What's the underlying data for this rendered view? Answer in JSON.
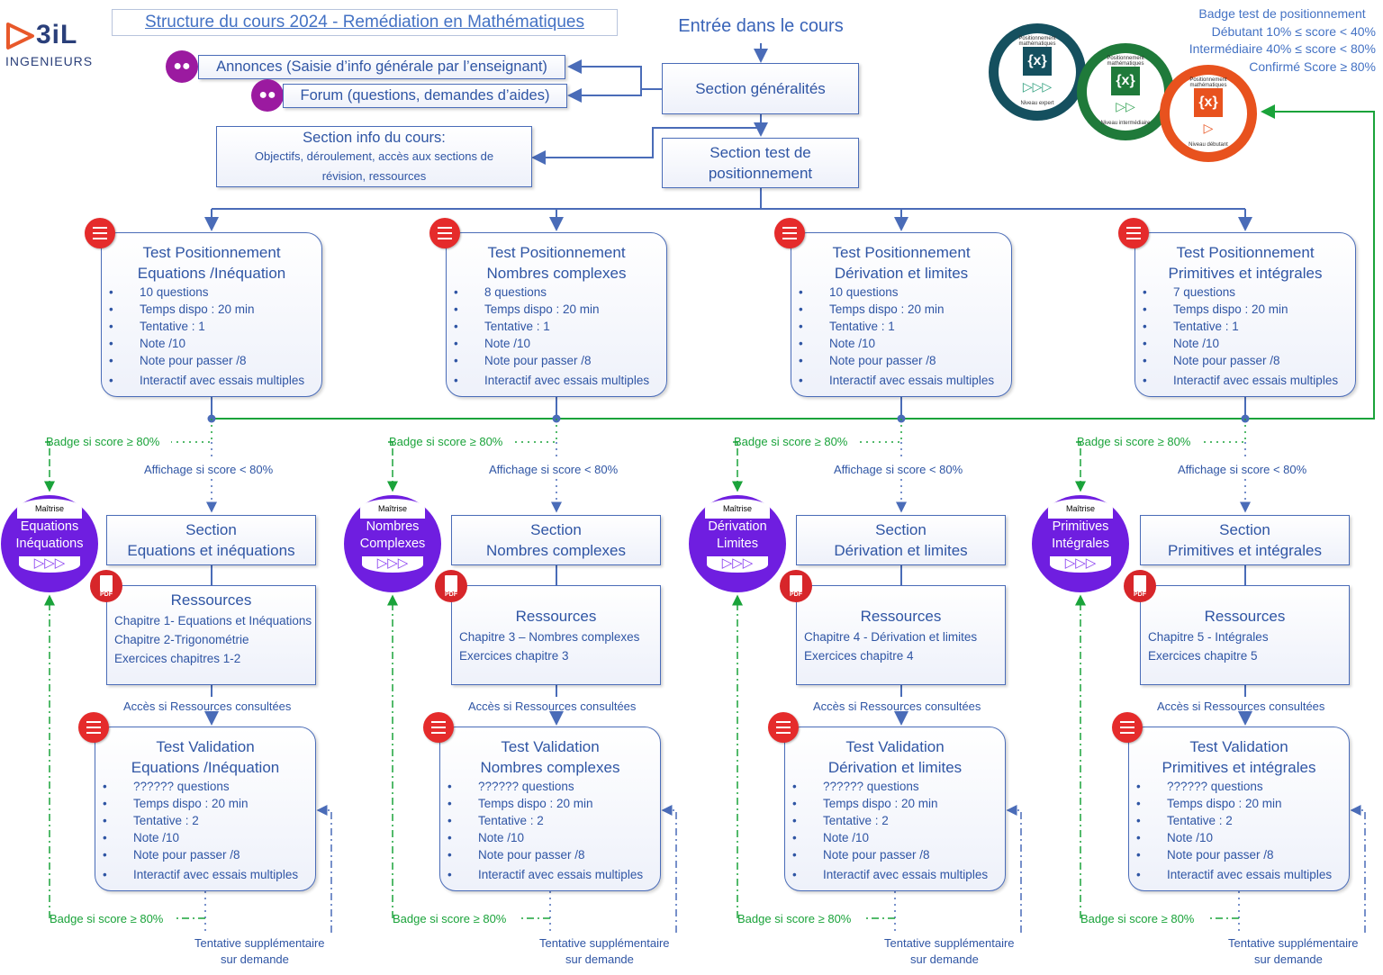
{
  "logo": {
    "mark": "3iL",
    "sub": "INGENIEURS"
  },
  "header": {
    "title": "Structure du cours 2024 - Remédiation en Mathématiques",
    "entry": "Entrée dans le cours"
  },
  "top": {
    "annonces": "Annonces (Saisie d’info générale par l’enseignant)",
    "forum": "Forum (questions, demandes d’aides)",
    "generalites": "Section généralités",
    "info_title": "Section info du cours:",
    "info_body": "Objectifs, déroulement, accès aux sections de révision, ressources",
    "test_pos": "Section test de positionnement"
  },
  "badge_legend": {
    "title": "Badge test de positionnement",
    "l1": "Débutant 10% ≤ score < 40%",
    "l2": "Intermédiaire 40% ≤ score < 80%",
    "l3": "Confirmé Score ≥ 80%",
    "ring_text": "Positionnement mathématiques",
    "expert": "Niveau expert",
    "inter": "Niveau intermédiaire",
    "debut": "Niveau débutant",
    "glyph": "{x}"
  },
  "common": {
    "badge_label": "Badge si score ≥ 80%",
    "affichage": "Affichage si score < 80%",
    "section_word": "Section",
    "ressources": "Ressources",
    "acces": "Accès si Ressources consultées",
    "tentative_sup_1": "Tentative supplémentaire",
    "tentative_sup_2": "sur demande",
    "maitrise": "Maîtrise",
    "pdf": "PDF",
    "play": "▷▷▷"
  },
  "columns": [
    {
      "pos_title1": "Test Positionnement",
      "pos_title2": "Equations /Inéquation",
      "pos_items": [
        "10 questions",
        "Temps dispo : 20 min",
        "Tentative : 1",
        "Note /10",
        "Note pour passer /8",
        "Interactif avec essais multiples"
      ],
      "section_name": "Equations et inéquations",
      "badge1": "Equations",
      "badge2": "Inéquations",
      "res": [
        "Chapitre 1- Equations et Inéquations",
        "Chapitre 2-Trigonométrie",
        "Exercices chapitres 1-2"
      ],
      "val_title1": "Test Validation",
      "val_title2": "Equations /Inéquation",
      "val_items": [
        "?????? questions",
        "Temps dispo : 20 min",
        "Tentative : 2",
        "Note /10",
        "Note pour passer /8",
        "Interactif avec essais multiples"
      ]
    },
    {
      "pos_title1": "Test Positionnement",
      "pos_title2": "Nombres complexes",
      "pos_items": [
        "8 questions",
        "Temps dispo : 20 min",
        "Tentative : 1",
        "Note /10",
        "Note pour passer /8",
        "Interactif avec essais multiples"
      ],
      "section_name": "Nombres complexes",
      "badge1": "Nombres",
      "badge2": "Complexes",
      "res": [
        "Chapitre 3 – Nombres complexes",
        "Exercices chapitre 3"
      ],
      "val_title1": "Test Validation",
      "val_title2": "Nombres complexes",
      "val_items": [
        "?????? questions",
        "Temps dispo : 20 min",
        "Tentative : 2",
        "Note /10",
        "Note pour passer /8",
        "Interactif avec essais multiples"
      ]
    },
    {
      "pos_title1": "Test Positionnement",
      "pos_title2": "Dérivation et limites",
      "pos_items": [
        "10 questions",
        "Temps dispo : 20 min",
        "Tentative : 1",
        "Note /10",
        "Note pour passer /8",
        "Interactif avec essais multiples"
      ],
      "section_name": "Dérivation et limites",
      "badge1": "Dérivation",
      "badge2": "Limites",
      "res": [
        "Chapitre 4 - Dérivation et limites",
        "Exercices chapitre 4"
      ],
      "val_title1": "Test Validation",
      "val_title2": "Dérivation et limites",
      "val_items": [
        "?????? questions",
        "Temps dispo : 20 min",
        "Tentative : 2",
        "Note /10",
        "Note pour passer /8",
        "Interactif avec essais multiples"
      ]
    },
    {
      "pos_title1": "Test Positionnement",
      "pos_title2": "Primitives et intégrales",
      "pos_items": [
        "7 questions",
        "Temps dispo : 20 min",
        "Tentative : 1",
        "Note /10",
        "Note pour passer /8",
        "Interactif avec essais multiples"
      ],
      "section_name": "Primitives et intégrales",
      "badge1": "Primitives",
      "badge2": "Intégrales",
      "res": [
        "Chapitre 5 - Intégrales",
        "Exercices chapitre 5"
      ],
      "val_title1": "Test Validation",
      "val_title2": "Primitives et intégrales",
      "val_items": [
        "?????? questions",
        "Temps dispo : 20 min",
        "Tentative : 2",
        "Note /10",
        "Note pour passer /8",
        "Interactif avec essais multiples"
      ]
    }
  ]
}
